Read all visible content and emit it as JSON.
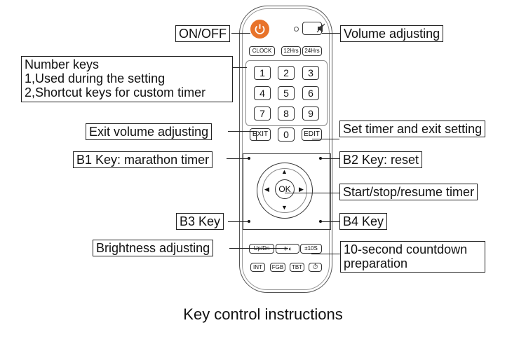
{
  "labels": {
    "on_off": "ON/OFF",
    "volume_adjusting": "Volume adjusting",
    "number_keys_title": "Number keys",
    "number_keys_line1": "1,Used during the setting",
    "number_keys_line2": "2,Shortcut keys for custom timer",
    "exit_volume": "Exit volume adjusting",
    "set_timer": "Set timer and exit setting",
    "b1": "B1 Key: marathon timer",
    "b2": "B2 Key: reset",
    "start_stop": "Start/stop/resume timer",
    "b3": "B3 Key",
    "b4": "B4 Key",
    "brightness": "Brightness adjusting",
    "countdown_line1": "10-second countdown",
    "countdown_line2": "preparation"
  },
  "keys": {
    "clock": "CLOCK",
    "h12": "12Hrs",
    "h24": "24Hrs",
    "numbers": [
      "1",
      "2",
      "3",
      "4",
      "5",
      "6",
      "7",
      "8",
      "9"
    ],
    "zero": "0",
    "exit": "EXIT",
    "edit": "EDIT",
    "ok": "OK",
    "updn": "Up/Dn",
    "bright": "☀◐",
    "ten": "±10S",
    "int": "INT",
    "fgb": "FGB",
    "tbt": "TBT",
    "timer_icon": "⏱"
  },
  "icons": {
    "power": "power-icon",
    "mute": "mute-icon"
  },
  "colors": {
    "power_button": "#e8732a"
  },
  "caption": "Key control instructions"
}
